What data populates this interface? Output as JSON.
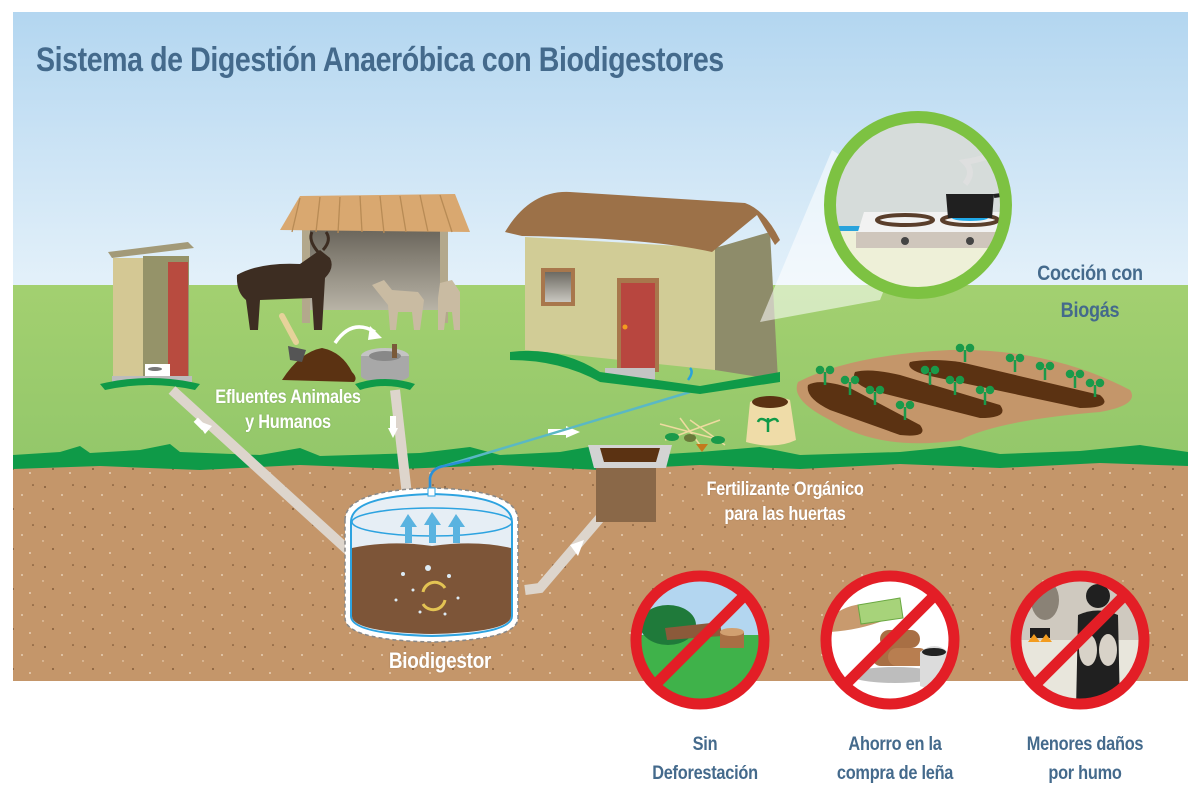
{
  "title": "Sistema de Digestión Anaeróbica con Biodigestores",
  "labels": {
    "efluentes_line1": "Efluentes Animales",
    "efluentes_line2": "y Humanos",
    "biodigestor": "Biodigestor",
    "fertilizante_line1": "Fertilizante Orgánico",
    "fertilizante_line2": "para las huertas",
    "coccion_line1": "Cocción con",
    "coccion_line2": "Biogás"
  },
  "benefits": [
    {
      "line1": "Sin",
      "line2": "Deforestación",
      "icon": "no-deforestation-icon"
    },
    {
      "line1": "Ahorro en la",
      "line2": "compra de leña",
      "icon": "no-firewood-purchase-icon"
    },
    {
      "line1": "Menores daños",
      "line2": "por humo",
      "icon": "no-smoke-damage-icon"
    }
  ],
  "colors": {
    "sky_top": "#b3d6f0",
    "sky_bottom": "#e4f1fa",
    "grass": "#9bcc6e",
    "grass_edge": "#0f9a48",
    "soil": "#c4966a",
    "title_blue": "#446a8c",
    "prohibition_red": "#e31e26",
    "magnifier_green": "#7dc242",
    "pipe": "#ddd5cc",
    "gas_pipe": "#29a3dc"
  }
}
